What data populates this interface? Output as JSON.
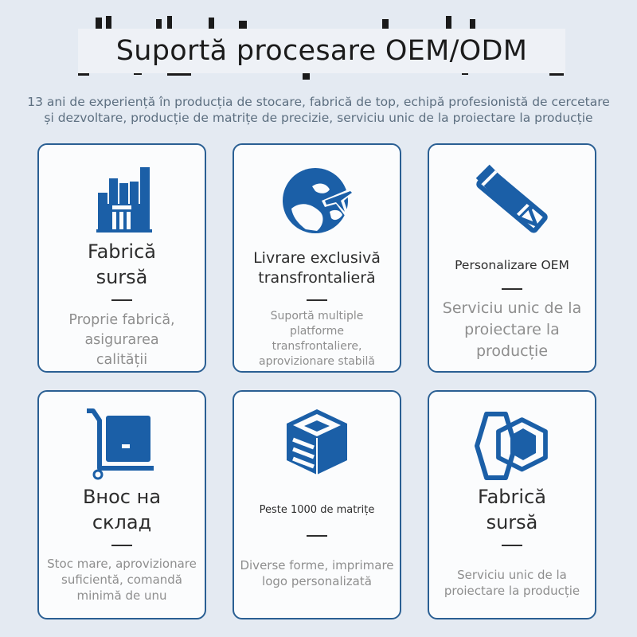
{
  "header": {
    "title": "Suportă procesare OEM/ODM",
    "subtitle_line1": "13 ani de experiență în producția de stocare, fabrică de top, echipă profesionistă de cercetare",
    "subtitle_line2": "și dezvoltare, producție de matrițe de precizie, serviciu unic de la proiectare la producție"
  },
  "cards": [
    {
      "heading": "Fabrică\nsursă",
      "description": "Proprie fabrică,\nasigurarea\ncalității",
      "icon": "factory-icon"
    },
    {
      "heading": "Livrare exclusivă\ntransfrontalieră",
      "description": "Suportă multiple\nplatforme\ntransfrontaliere,\naprovizionare stabilă",
      "icon": "globe-plane-icon"
    },
    {
      "heading": "Personalizare OEM",
      "description": "Serviciu unic de la\nproiectare la\nproducție",
      "icon": "pencil-ruler-icon"
    },
    {
      "heading": "Внос на\nсклад",
      "description": "Stoc mare, aprovizionare\nsuficientă, comandă\nminimă de unu",
      "icon": "warehouse-cart-icon"
    },
    {
      "heading": "Peste 1000 de matrițe",
      "description": "Diverse forme, imprimare\nlogo personalizată",
      "icon": "layered-cube-icon"
    },
    {
      "heading": "Fabrică\nsursă",
      "description": "Serviciu unic de la\nproiectare la producție",
      "icon": "hexagons-icon"
    }
  ],
  "colors": {
    "accent": "#1b5fa7",
    "card_border": "#2a5f93",
    "page_background": "#e4eaf2"
  }
}
